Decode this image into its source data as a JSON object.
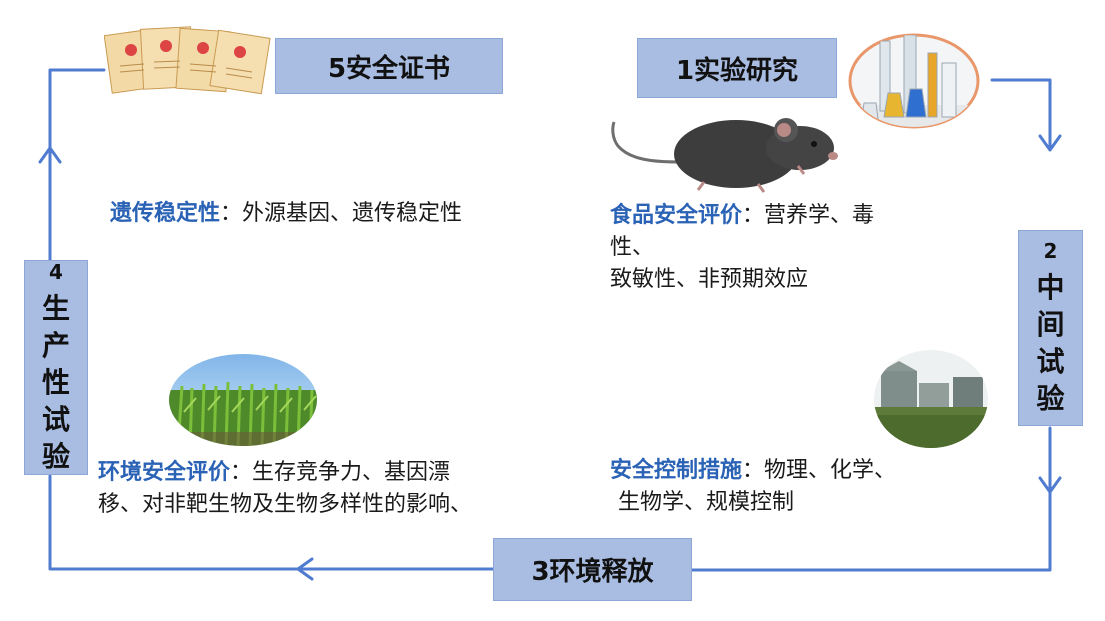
{
  "stages": {
    "s1": "1实验研究",
    "s2": {
      "num": "2",
      "chars": [
        "中",
        "间",
        "试",
        "验"
      ]
    },
    "s3": "3环境释放",
    "s4": {
      "num": "4",
      "chars": [
        "生",
        "产",
        "性",
        "试",
        "验"
      ]
    },
    "s5": "5安全证书"
  },
  "notes": {
    "food": {
      "title": "食品安全评价",
      "sep": "：",
      "line1": "营养学、毒",
      "line2": "性、",
      "line3": "致敏性、非预期效应"
    },
    "control": {
      "title": "安全控制措施",
      "sep": "：",
      "line1": "物理、化学、",
      "line2": "生物学、规模控制"
    },
    "env": {
      "title": "环境安全评价",
      "sep": "：",
      "line1": "生存竞争力、基因漂",
      "line2": "移、对非靶生物及生物多样性的影响、"
    },
    "genetic": {
      "title": "遗传稳定性",
      "sep": "：",
      "text": "外源基因、遗传稳定性"
    }
  },
  "colors": {
    "arrow": "#4f7bd0",
    "box_fill": "#a9bde3",
    "highlight": "#2a62b5"
  },
  "icons": [
    "certificate-icon",
    "lab-glassware-icon",
    "mouse-icon",
    "field-trial-icon",
    "crop-field-icon"
  ]
}
